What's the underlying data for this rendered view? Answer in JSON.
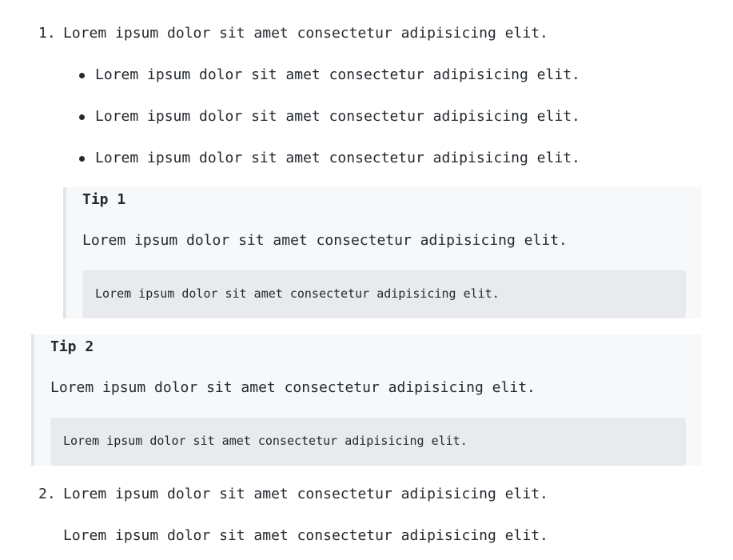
{
  "list": {
    "item1": {
      "number": "1.",
      "text": "Lorem ipsum dolor sit amet consectetur adipisicing elit.",
      "bullets": [
        "Lorem ipsum dolor sit amet consectetur adipisicing elit.",
        "Lorem ipsum dolor sit amet consectetur adipisicing elit.",
        "Lorem ipsum dolor sit amet consectetur adipisicing elit."
      ],
      "tip": {
        "title": "Tip 1",
        "text": "Lorem ipsum dolor sit amet consectetur adipisicing elit.",
        "code": "Lorem ipsum dolor sit amet consectetur adipisicing elit."
      }
    },
    "tip2": {
      "title": "Tip 2",
      "text": "Lorem ipsum dolor sit amet consectetur adipisicing elit.",
      "code": "Lorem ipsum dolor sit amet consectetur adipisicing elit."
    },
    "item2": {
      "number": "2.",
      "text": "Lorem ipsum dolor sit amet consectetur adipisicing elit.",
      "paragraph": "Lorem ipsum dolor sit amet consectetur adipisicing elit."
    }
  }
}
